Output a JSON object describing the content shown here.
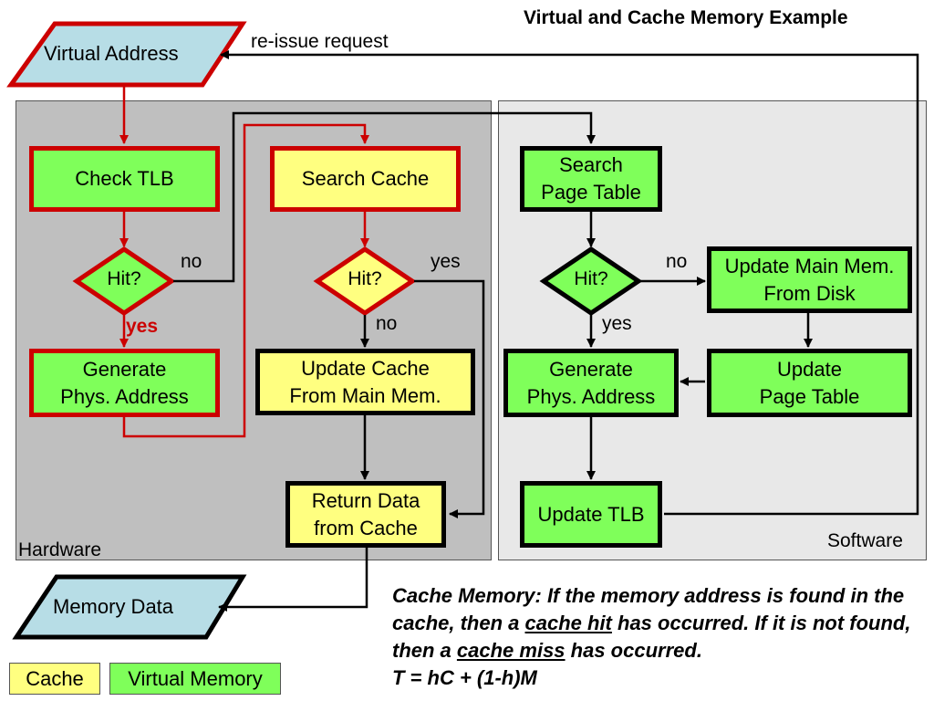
{
  "title": "Virtual and Cache Memory Example",
  "virtual_address": "Virtual Address",
  "reissue_label": "re-issue request",
  "regions": {
    "hardware": "Hardware",
    "software": "Software"
  },
  "hardware": {
    "check_tlb": "Check TLB",
    "tlb_hit": "Hit?",
    "tlb_no": "no",
    "tlb_yes": "yes",
    "generate_phys": "Generate\nPhys. Address",
    "search_cache": "Search Cache",
    "cache_hit": "Hit?",
    "cache_yes": "yes",
    "cache_no": "no",
    "update_cache": "Update Cache\nFrom Main Mem.",
    "return_data": "Return Data\nfrom Cache"
  },
  "software": {
    "search_page_table": "Search\nPage Table",
    "pt_hit": "Hit?",
    "pt_no": "no",
    "pt_yes": "yes",
    "update_main_mem": "Update Main Mem.\nFrom Disk",
    "update_page_table": "Update\nPage Table",
    "generate_phys": "Generate\nPhys. Address",
    "update_tlb": "Update TLB"
  },
  "memory_data": "Memory Data",
  "legend": {
    "cache": "Cache",
    "virtual_memory": "Virtual Memory"
  },
  "note": {
    "p1": "Cache Memory: If the memory address is found in the cache, then a ",
    "hit": "cache hit",
    "p2": " has occurred.  If it is not found, then a ",
    "miss": "cache miss",
    "p3": " has occurred.",
    "formula": "T = hC + (1-h)M"
  },
  "colors": {
    "red": "#cc0000",
    "green": "#7fff5a",
    "yellow": "#ffff80",
    "cyan": "#b7dde6",
    "hardware_bg": "#bfbfbf",
    "software_bg": "#e8e8e8"
  }
}
